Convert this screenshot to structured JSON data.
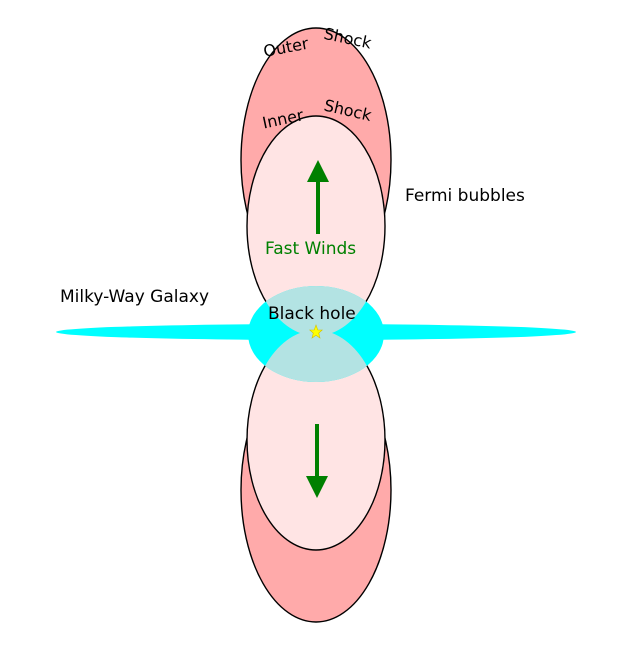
{
  "labels": {
    "outer_shock_a": "Outer",
    "outer_shock_b": "Shock",
    "inner_shock_a": "Inner",
    "inner_shock_b": "Shock",
    "fermi_bubbles": "Fermi bubbles",
    "fast_winds": "Fast Winds",
    "milky_way": "Milky-Way Galaxy",
    "black_hole": "Black hole"
  },
  "colors": {
    "outer_shock_fill": "#ffaaaa",
    "inner_shock_fill": "#ffe4e4",
    "galaxy": "#00ffff",
    "galaxy_overlap": "#b3e3e3",
    "arrow": "#008000",
    "star": "#ffff00",
    "text": "#000000",
    "fast_winds_text": "#008000"
  },
  "icons": {
    "black_hole": "star-icon",
    "wind_up": "arrow-up-icon",
    "wind_down": "arrow-down-icon"
  }
}
